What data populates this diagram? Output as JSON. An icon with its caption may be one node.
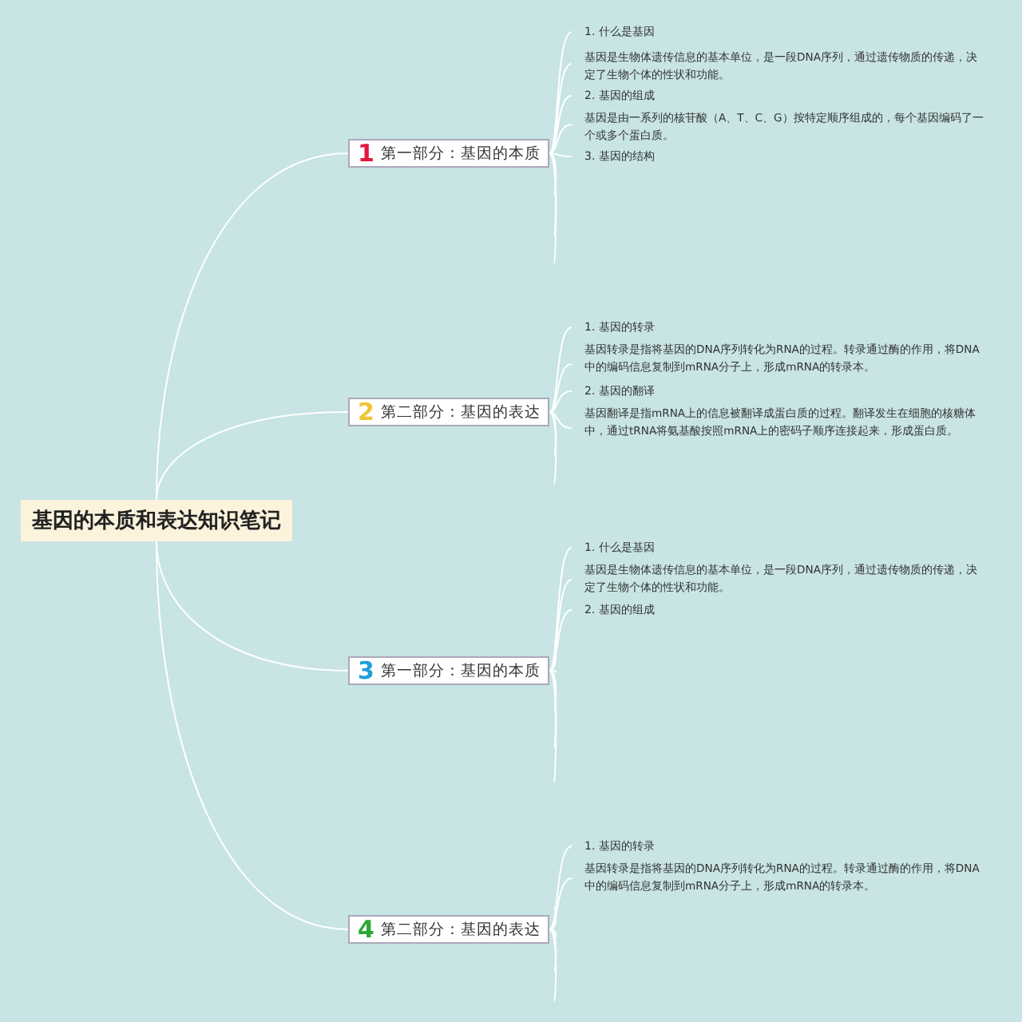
{
  "diagram": {
    "nodes": [
      {
        "text": [
          "基因的本质和表达知识笔记"
        ]
      },
      {
        "text": [
          "1",
          "第一部分：基因的本质"
        ]
      },
      {
        "text": [
          "1. 什么是基因"
        ]
      },
      {
        "text": [
          "基因是生物体遗传信息的基本单位，是一段DNA序列，通过遗传物质的传递，决定了生物个体的性状和功能。"
        ]
      },
      {
        "text": [
          "2. 基因的组成"
        ]
      },
      {
        "text": [
          "基因是由一系列的核苷酸（A、T、C、G）按特定顺序组成的，每个基因编码了一个或多个蛋白质。"
        ]
      },
      {
        "text": [
          "3. 基因的结构"
        ]
      },
      {
        "text": [
          "2",
          "第二部分：基因的表达"
        ]
      },
      {
        "text": [
          "1. 基因的转录"
        ]
      },
      {
        "text": [
          "基因转录是指将基因的DNA序列转化为RNA的过程。转录通过酶的作用，将DNA中的编码信息复制到mRNA分子上，形成mRNA的转录本。"
        ]
      },
      {
        "text": [
          "2. 基因的翻译"
        ]
      },
      {
        "text": [
          "基因翻译是指mRNA上的信息被翻译成蛋白质的过程。翻译发生在细胞的核糖体中，通过tRNA将氨基酸按照mRNA上的密码子顺序连接起来，形成蛋白质。"
        ]
      },
      {
        "text": [
          "3",
          "第一部分：基因的本质"
        ]
      },
      {
        "text": [
          "1. 什么是基因"
        ]
      },
      {
        "text": [
          "基因是生物体遗传信息的基本单位，是一段DNA序列，通过遗传物质的传递，决定了生物个体的性状和功能。"
        ]
      },
      {
        "text": [
          "2. 基因的组成"
        ]
      },
      {
        "text": [
          "4",
          "第二部分：基因的表达"
        ]
      },
      {
        "text": [
          "1. 基因的转录"
        ]
      },
      {
        "text": [
          "基因转录是指将基因的DNA序列转化为RNA的过程。转录通过酶的作用，将DNA中的编码信息复制到mRNA分子上，形成mRNA的转录本。"
        ]
      }
    ],
    "edges": [
      {
        "from": 0,
        "to": 1,
        "arrow": "none"
      },
      {
        "from": 0,
        "to": 7,
        "arrow": "none"
      },
      {
        "from": 0,
        "to": 12,
        "arrow": "none"
      },
      {
        "from": 0,
        "to": 16,
        "arrow": "none"
      },
      {
        "from": 1,
        "to": 2,
        "arrow": "none"
      },
      {
        "from": 1,
        "to": 3,
        "arrow": "none"
      },
      {
        "from": 1,
        "to": 4,
        "arrow": "none"
      },
      {
        "from": 1,
        "to": 5,
        "arrow": "none"
      },
      {
        "from": 1,
        "to": 6,
        "arrow": "none"
      },
      {
        "from": 1,
        "to": null,
        "arrow": "none"
      },
      {
        "from": 1,
        "to": null,
        "arrow": "none"
      },
      {
        "from": 1,
        "to": null,
        "arrow": "none"
      },
      {
        "from": 7,
        "to": 8,
        "arrow": "none"
      },
      {
        "from": 7,
        "to": 9,
        "arrow": "none"
      },
      {
        "from": 7,
        "to": 10,
        "arrow": "none"
      },
      {
        "from": 7,
        "to": 11,
        "arrow": "none"
      },
      {
        "from": 7,
        "to": null,
        "arrow": "none"
      },
      {
        "from": 7,
        "to": null,
        "arrow": "none"
      },
      {
        "from": 12,
        "to": 13,
        "arrow": "none"
      },
      {
        "from": 12,
        "to": 14,
        "arrow": "none"
      },
      {
        "from": 12,
        "to": 15,
        "arrow": "none"
      },
      {
        "from": 12,
        "to": null,
        "arrow": "none"
      },
      {
        "from": 12,
        "to": null,
        "arrow": "none"
      },
      {
        "from": 12,
        "to": null,
        "arrow": "none"
      },
      {
        "from": 12,
        "to": null,
        "arrow": "none"
      },
      {
        "from": 12,
        "to": null,
        "arrow": "none"
      },
      {
        "from": 16,
        "to": 17,
        "arrow": "none"
      },
      {
        "from": 16,
        "to": 18,
        "arrow": "none"
      },
      {
        "from": 16,
        "to": null,
        "arrow": "none"
      },
      {
        "from": 16,
        "to": null,
        "arrow": "none"
      },
      {
        "from": 16,
        "to": null,
        "arrow": "none"
      },
      {
        "from": 16,
        "to": null,
        "arrow": "none"
      }
    ]
  }
}
